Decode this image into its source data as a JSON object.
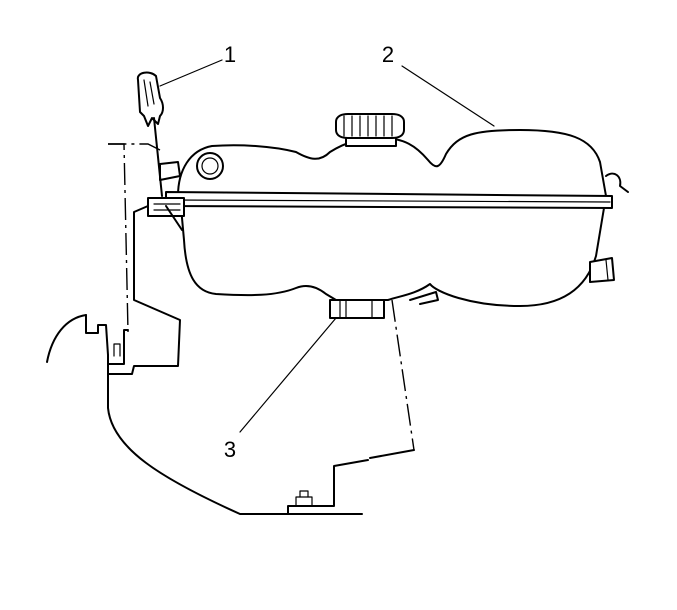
{
  "callouts": [
    {
      "id": "1",
      "label": "1",
      "part": "retaining-clip"
    },
    {
      "id": "2",
      "label": "2",
      "part": "coolant-reservoir"
    },
    {
      "id": "3",
      "label": "3",
      "part": "outlet-hose-fitting"
    }
  ]
}
